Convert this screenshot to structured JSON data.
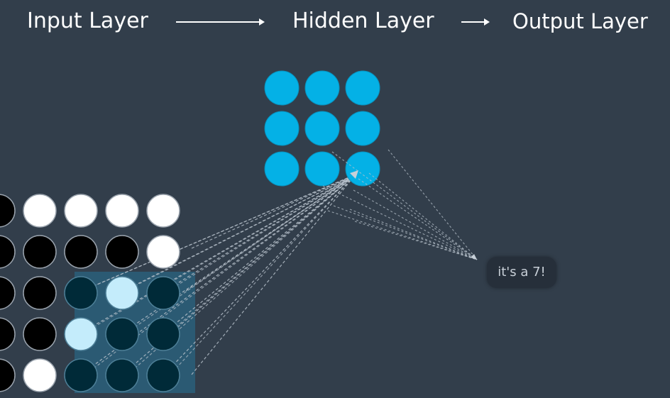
{
  "header": {
    "input_layer_label": "Input Layer",
    "hidden_layer_label": "Hidden Layer",
    "output_layer_label": "Output Layer"
  },
  "output": {
    "label": "it's a 7!"
  },
  "input_grid": {
    "rows": 5,
    "cols": 5,
    "values": [
      [
        0,
        1,
        1,
        1,
        1
      ],
      [
        0,
        0,
        0,
        0,
        1
      ],
      [
        0,
        0,
        0,
        1,
        0
      ],
      [
        0,
        0,
        1,
        0,
        0
      ],
      [
        0,
        1,
        0,
        0,
        0
      ]
    ],
    "receptive_field": {
      "row_start": 2,
      "col_start": 2,
      "rows": 3,
      "cols": 3
    }
  },
  "hidden_grid": {
    "rows": 3,
    "cols": 3,
    "active_node": {
      "row": 2,
      "col": 2
    }
  },
  "colors": {
    "background": "#323e4b",
    "input_on": "#ffffff",
    "input_off": "#000000",
    "field_on": "#c4ecfb",
    "field_off": "#002a38",
    "field_highlight": "#2b5a73",
    "hidden_node": "#04b1e6",
    "connection": "#b8c2cc"
  }
}
